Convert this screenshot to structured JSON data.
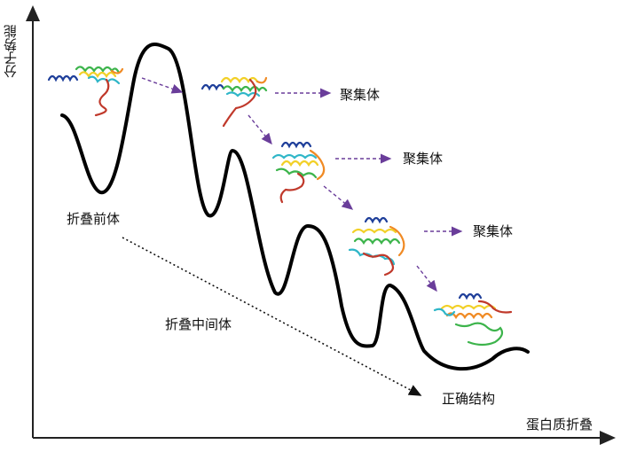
{
  "axes": {
    "y_label": "分子势能",
    "x_label": "蛋白质折叠"
  },
  "labels": {
    "precursor": "折叠前体",
    "intermediate": "折叠中间体",
    "native": "正确结构",
    "aggregate_1": "聚集体",
    "aggregate_2": "聚集体",
    "aggregate_3": "聚集体"
  },
  "colors": {
    "curve": "#000000",
    "arrow": "#6a3d9a",
    "protein": [
      "#1f3f9a",
      "#2fb6c8",
      "#3cb44b",
      "#f2d027",
      "#f08a24",
      "#c0392b"
    ]
  }
}
